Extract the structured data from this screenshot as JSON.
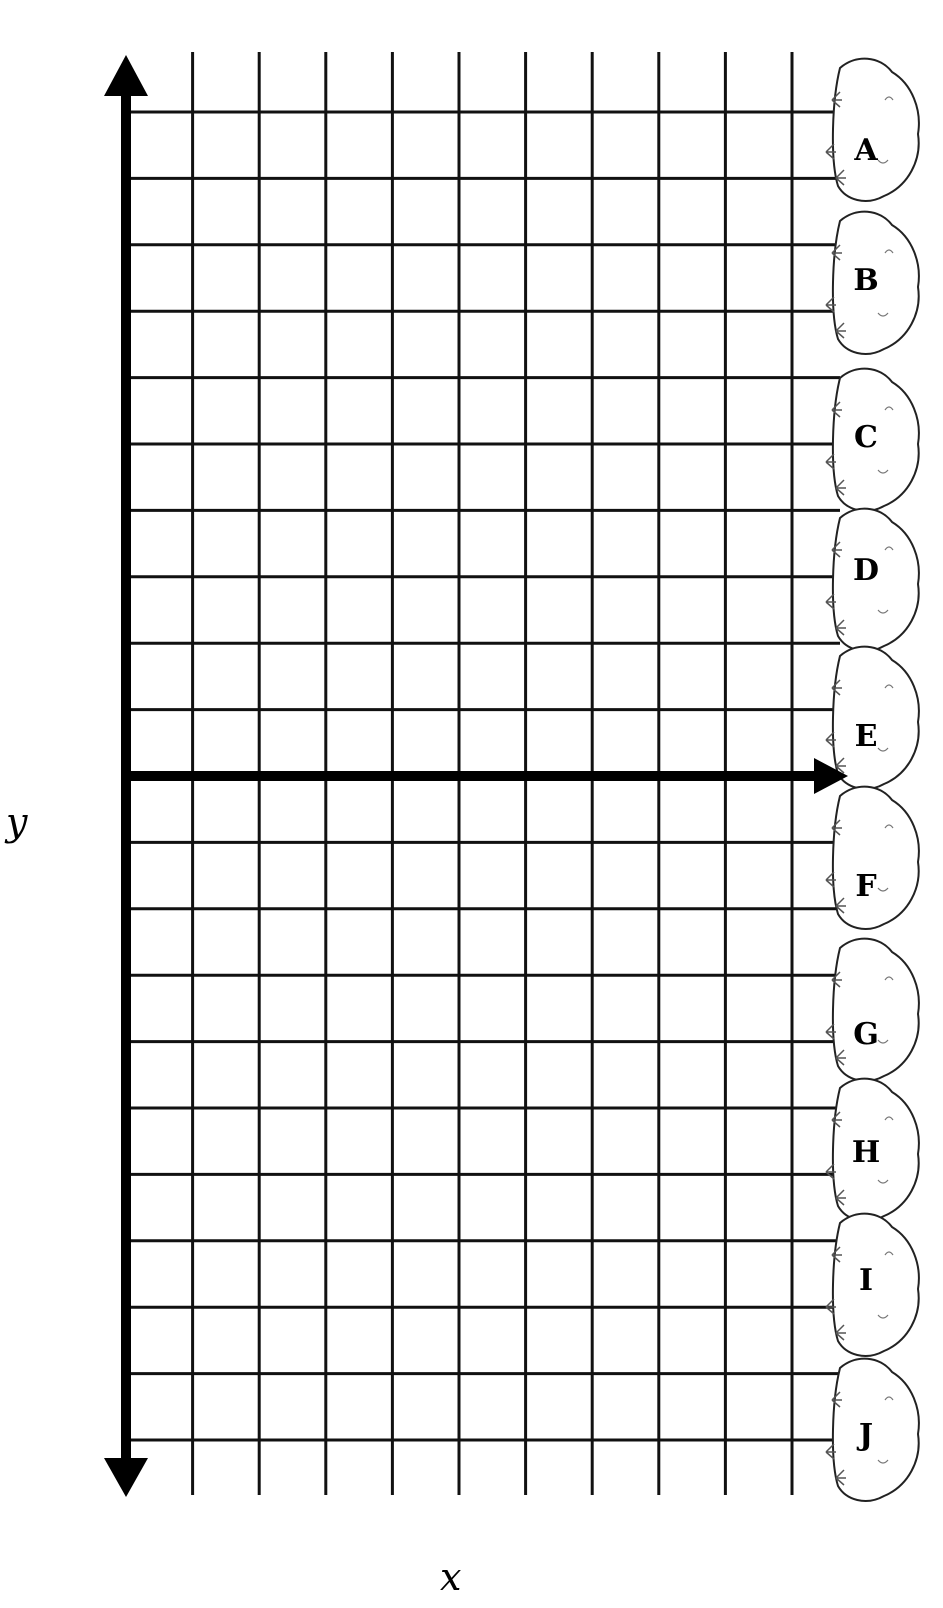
{
  "diagram": {
    "x_label": "x",
    "y_label": "y",
    "rock_labels": [
      "A",
      "B",
      "C",
      "D",
      "E",
      "F",
      "G",
      "H",
      "I",
      "J"
    ],
    "colors": {
      "grid": "#111111",
      "axis": "#000000",
      "rock_outline": "#222222",
      "rock_fill": "#ffffff"
    }
  }
}
